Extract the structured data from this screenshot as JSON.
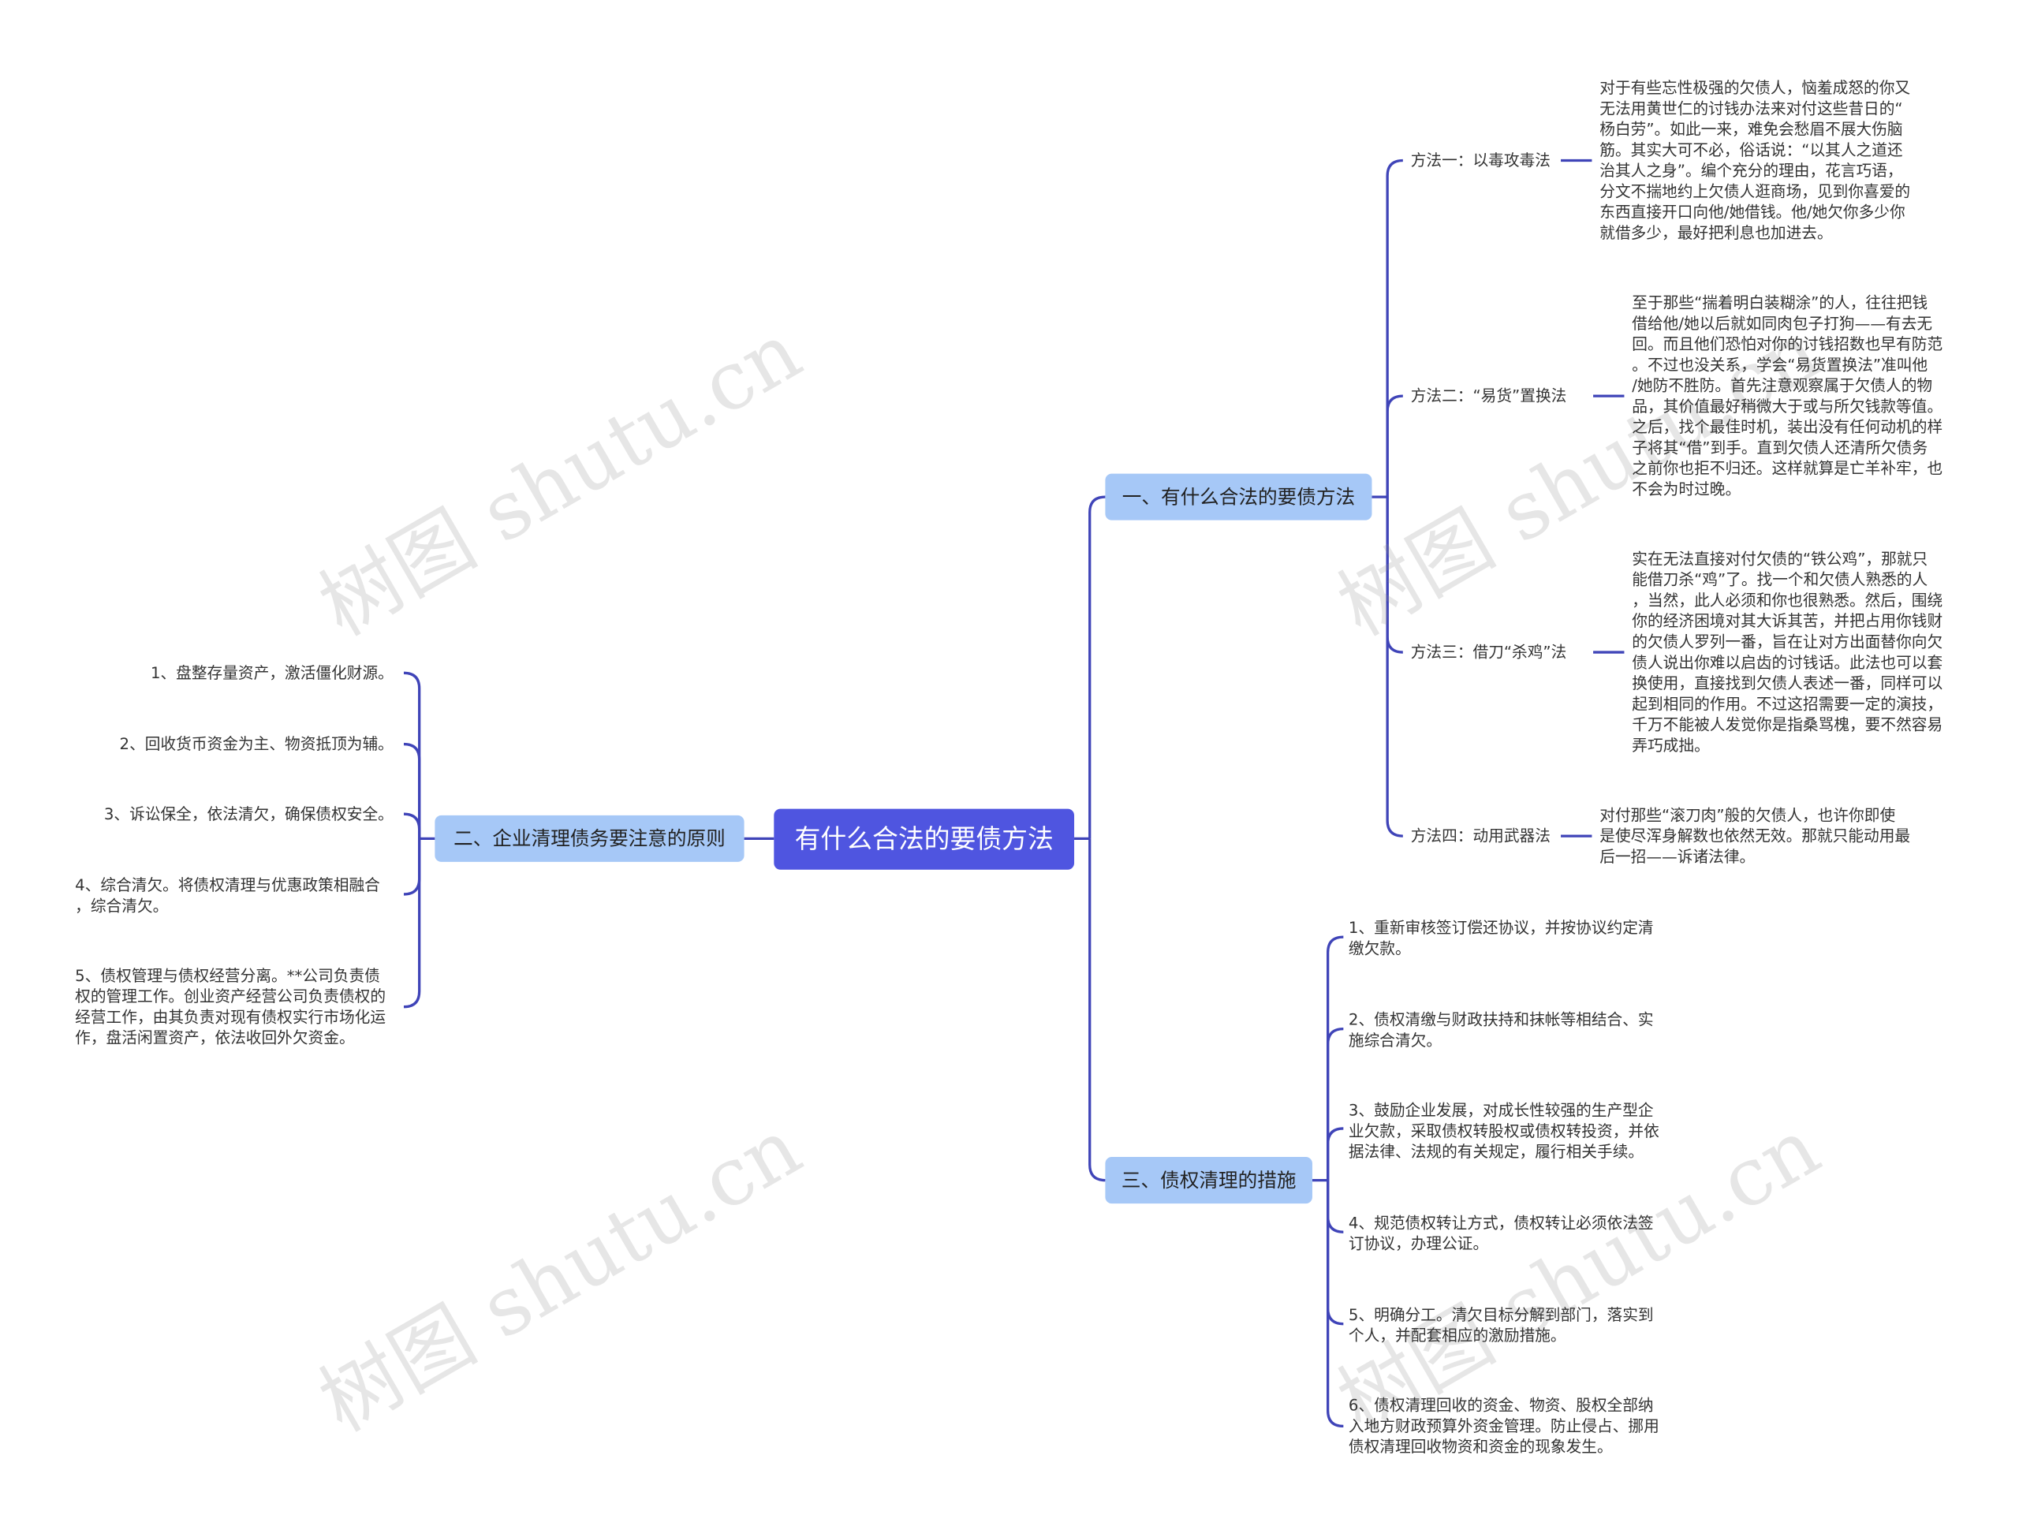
{
  "root": "有什么合法的要债方法",
  "branches": {
    "b1": "一、有什么合法的要债方法",
    "b2": "二、企业清理债务要注意的原则",
    "b3": "三、债权清理的措施"
  },
  "methods": [
    {
      "label": "方法一：以毒攻毒法",
      "text": "对于有些忘性极强的欠债人，恼羞成怒的你又\n无法用黄世仁的讨钱办法来对付这些昔日的“\n杨白劳”。如此一来，难免会愁眉不展大伤脑\n筋。其实大可不必，俗话说：“以其人之道还\n治其人之身”。编个充分的理由，花言巧语，\n分文不揣地约上欠债人逛商场，见到你喜爱的\n东西直接开口向他/她借钱。他/她欠你多少你\n就借多少，最好把利息也加进去。"
    },
    {
      "label": "方法二：“易货”置换法",
      "text": "至于那些“揣着明白装糊涂”的人，往往把钱\n借给他/她以后就如同肉包子打狗——有去无\n回。而且他们恐怕对你的讨钱招数也早有防范\n。不过也没关系，学会“易货置换法”准叫他\n/她防不胜防。首先注意观察属于欠债人的物\n品，其价值最好稍微大于或与所欠钱款等值。\n之后，找个最佳时机，装出没有任何动机的样\n子将其“借”到手。直到欠债人还清所欠债务\n之前你也拒不归还。这样就算是亡羊补牢，也\n不会为时过晚。"
    },
    {
      "label": "方法三：借刀“杀鸡”法",
      "text": "实在无法直接对付欠债的“铁公鸡”，那就只\n能借刀杀“鸡”了。找一个和欠债人熟悉的人\n，当然，此人必须和你也很熟悉。然后，围绕\n你的经济困境对其大诉其苦，并把占用你钱财\n的欠债人罗列一番，旨在让对方出面替你向欠\n债人说出你难以启齿的讨钱话。此法也可以套\n换使用，直接找到欠债人表述一番，同样可以\n起到相同的作用。不过这招需要一定的演技，\n千万不能被人发觉你是指桑骂槐，要不然容易\n弄巧成拙。"
    },
    {
      "label": "方法四：动用武器法",
      "text": "对付那些“滚刀肉”般的欠债人，也许你即使\n是使尽浑身解数也依然无效。那就只能动用最\n后一招——诉诸法律。"
    }
  ],
  "principles": [
    "1、盘整存量资产，激活僵化财源。",
    "2、回收货币资金为主、物资抵顶为辅。",
    "3、诉讼保全，依法清欠，确保债权安全。",
    "4、综合清欠。将债权清理与优惠政策相融合\n，综合清欠。",
    "5、债权管理与债权经营分离。**公司负责债\n权的管理工作。创业资产经营公司负责债权的\n经营工作，由其负责对现有债权实行市场化运\n作，盘活闲置资产，依法收回外欠资金。"
  ],
  "measures": [
    "1、重新审核签订偿还协议，并按协议约定清\n缴欠款。",
    "2、债权清缴与财政扶持和抹帐等相结合、实\n施综合清欠。",
    "3、鼓励企业发展，对成长性较强的生产型企\n业欠款，采取债权转股权或债权转投资，并依\n据法律、法规的有关规定，履行相关手续。",
    "4、规范债权转让方式，债权转让必须依法签\n订协议，办理公证。",
    "5、明确分工。清欠目标分解到部门，落实到\n个人，并配套相应的激励措施。",
    "6、债权清理回收的资金、物资、股权全部纳\n入地方财政预算外资金管理。防止侵占、挪用\n债权清理回收物资和资金的现象发生。"
  ],
  "watermark": "树图 shutu.cn",
  "colors": {
    "root": "#4f55e0",
    "branch": "#a6c8f7",
    "line": "#3f44b8"
  }
}
